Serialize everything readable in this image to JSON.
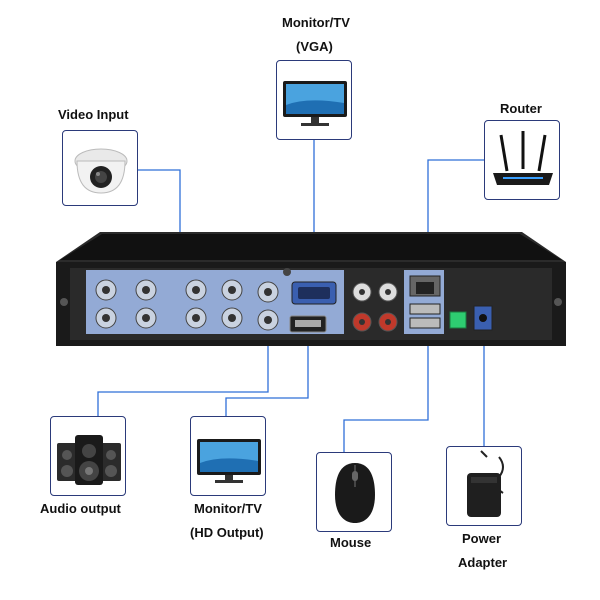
{
  "labels": {
    "video_input": "Video Input",
    "monitor_vga_line1": "Monitor/TV",
    "monitor_vga_line2": "(VGA)",
    "router": "Router",
    "audio_output": "Audio output",
    "monitor_hd_line1": "Monitor/TV",
    "monitor_hd_line2": "(HD Output)",
    "mouse": "Mouse",
    "power_line1": "Power",
    "power_line2": "Adapter"
  },
  "colors": {
    "connector_line": "#2f6fd8",
    "box_border": "#2b3a7a",
    "panel_highlight": "#9fb8e8",
    "dvr_body": "#1a1a1a"
  },
  "icons": {
    "video_input": "dome-camera-icon",
    "monitor_vga": "monitor-icon",
    "router": "router-icon",
    "audio_output": "speakers-icon",
    "monitor_hd": "monitor-icon",
    "mouse": "mouse-icon",
    "power": "power-adapter-icon"
  }
}
